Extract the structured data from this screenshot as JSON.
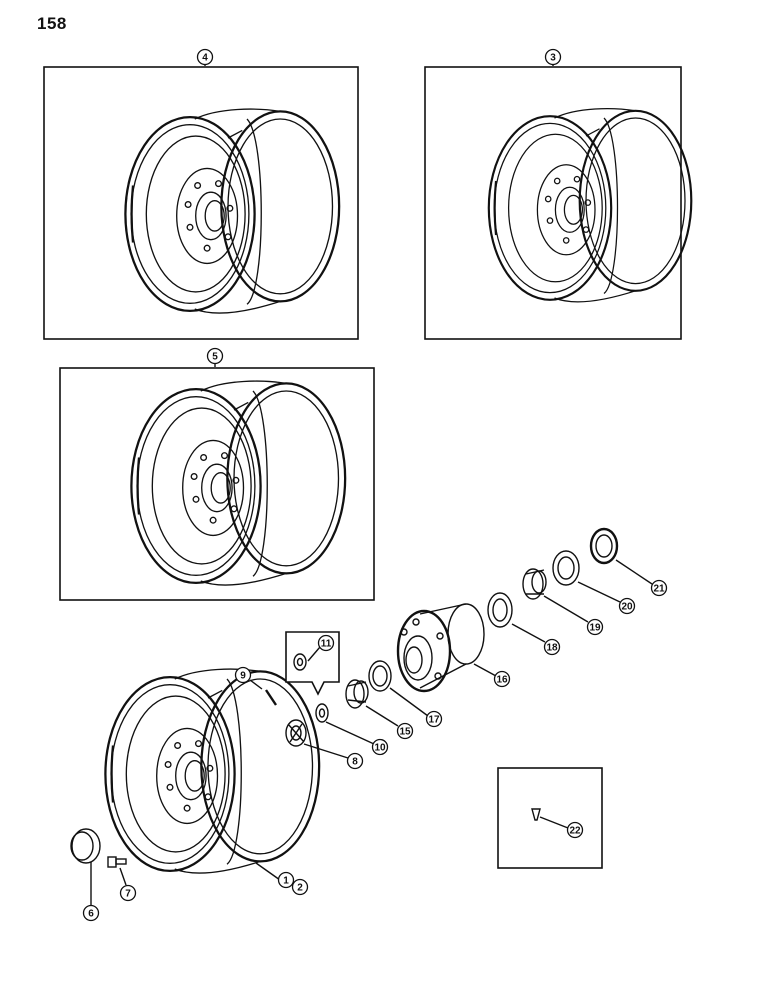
{
  "page_number": "158",
  "callouts": {
    "wheel_4": "4",
    "wheel_3": "3",
    "wheel_5": "5",
    "rim": "1",
    "rim_alt": "2",
    "cap": "6",
    "bolt": "7",
    "nut": "8",
    "cotter_pin": "9",
    "washer": "10",
    "washer_detail": "11",
    "bearing_cone_outer": "15",
    "hub": "16",
    "bearing_cup_outer": "17",
    "bearing_cup_inner": "18",
    "bearing_cone_inner": "19",
    "seal_ring": "20",
    "seal": "21",
    "valve_stem": "22"
  }
}
